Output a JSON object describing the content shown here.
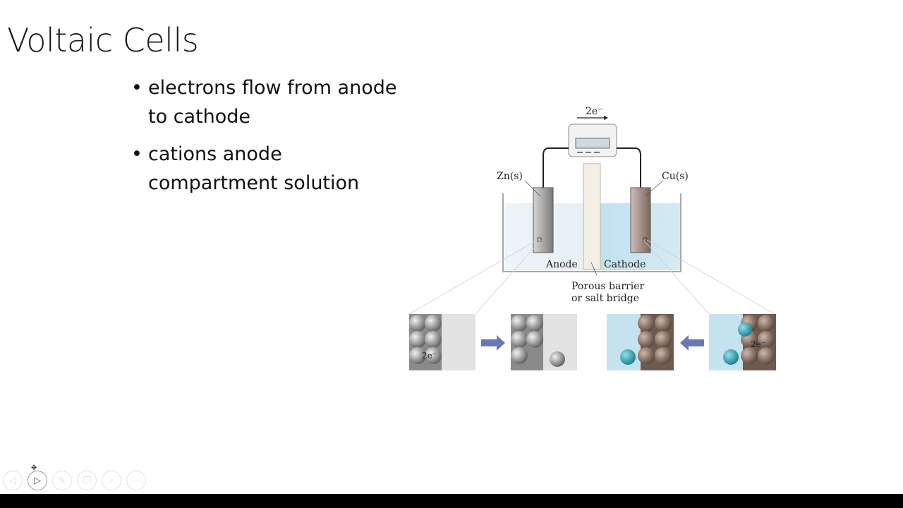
{
  "slide": {
    "title": "Voltaic Cells",
    "bullets": [
      {
        "marker": "•",
        "text": "electrons flow from anode to cathode"
      },
      {
        "marker": "•",
        "text": "cations anode compartment solution"
      }
    ]
  },
  "diagram": {
    "electron_label": "2e⁻",
    "zinc_label": "Zn(s)",
    "copper_label": "Cu(s)",
    "anode_label": "Anode",
    "cathode_label": "Cathode",
    "barrier_label_line1": "Porous barrier",
    "barrier_label_line2": "or salt bridge",
    "inset_electron_label": "2e⁻"
  },
  "nav": {
    "buttons": [
      {
        "name": "previous-slide-button",
        "icon": "arrow-left-icon",
        "glyph": "◁"
      },
      {
        "name": "next-slide-button",
        "icon": "play-icon",
        "glyph": "▷"
      },
      {
        "name": "pen-button",
        "icon": "pen-icon",
        "glyph": "✎"
      },
      {
        "name": "slides-button",
        "icon": "slides-icon",
        "glyph": "❐"
      },
      {
        "name": "zoom-button",
        "icon": "magnifier-icon",
        "glyph": "⌕"
      },
      {
        "name": "more-button",
        "icon": "more-icon",
        "glyph": "⋯"
      }
    ]
  },
  "colors": {
    "zinc": "#9c9c9c",
    "copper": "#8a7468",
    "solution_left": "#e4eef4",
    "solution_right": "#b7dbea",
    "arrow": "#6c78b4"
  }
}
